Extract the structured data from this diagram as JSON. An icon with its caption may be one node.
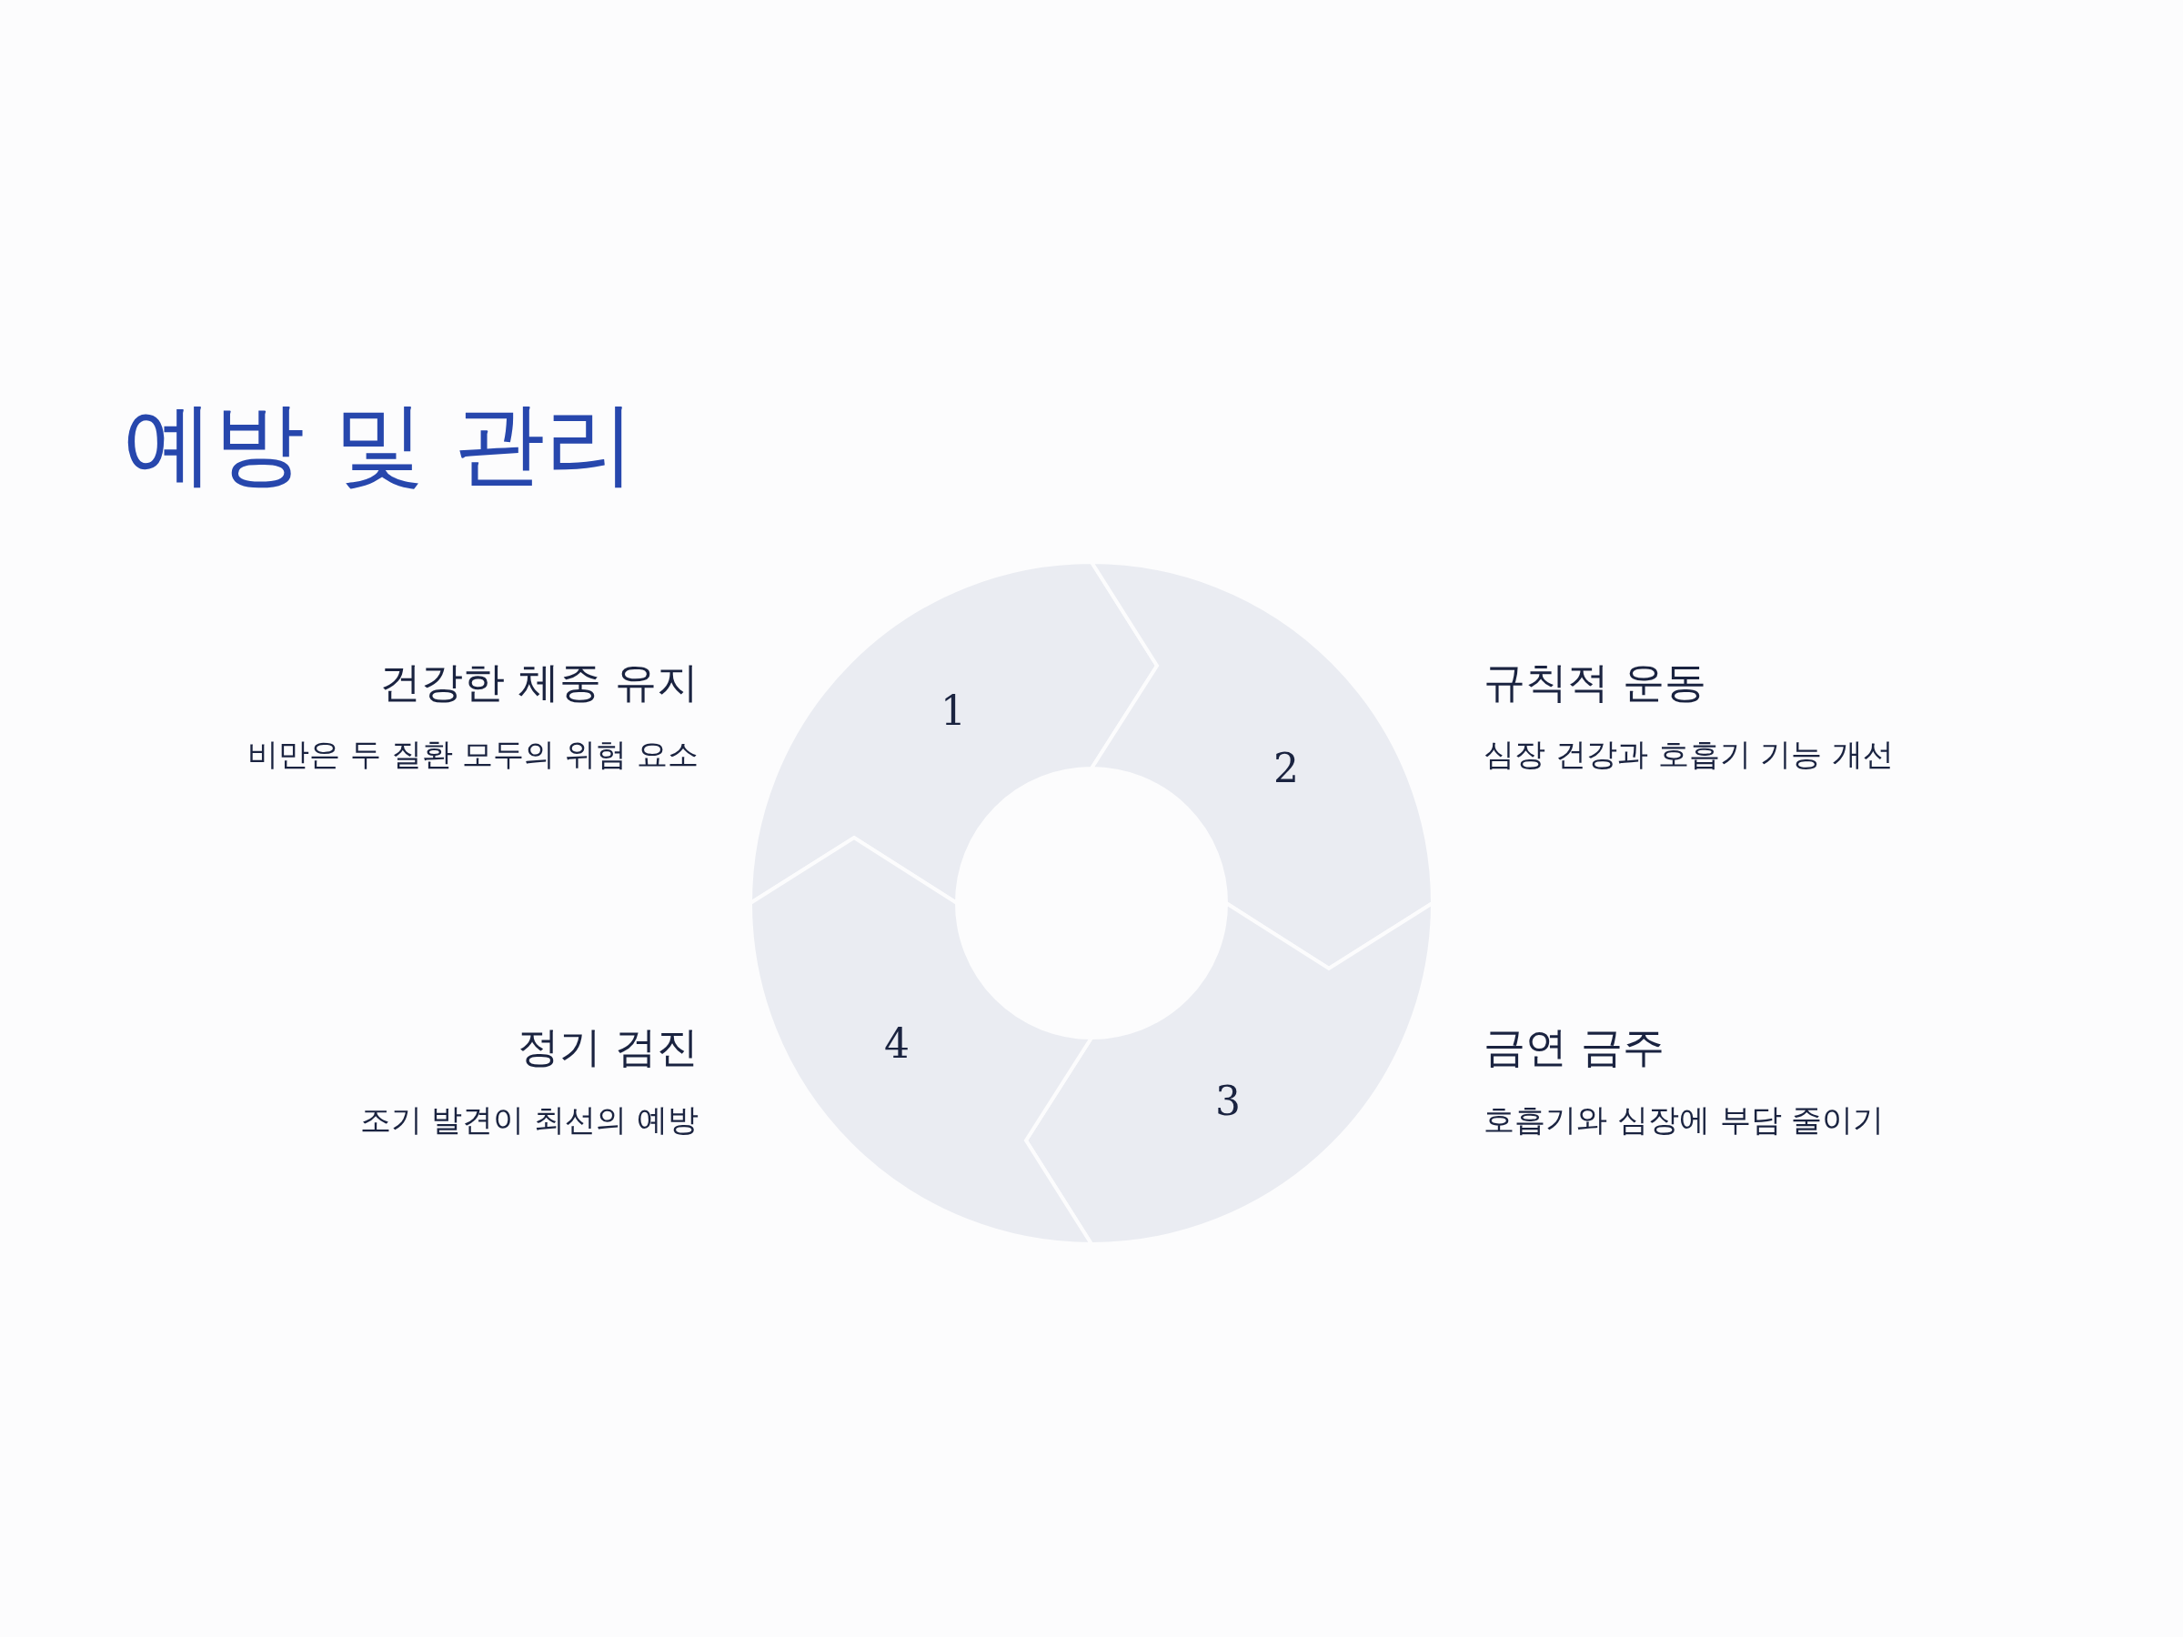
{
  "diagram": {
    "title": "예방 및 관리",
    "nodes": [
      {
        "text": [
          "1"
        ],
        "beside": [
          "건강한 체중 유지",
          "비만은 두 질환 모두의 위험 요소"
        ]
      },
      {
        "text": [
          "2"
        ],
        "beside": [
          "규칙적 운동",
          "심장 건강과 호흡기 기능 개선"
        ]
      },
      {
        "text": [
          "3"
        ],
        "beside": [
          "금연 금주",
          "호흡기와 심장에 부담 줄이기"
        ]
      },
      {
        "text": [
          "4"
        ],
        "beside": [
          "정기 검진",
          "조기 발견이 최선의 예방"
        ]
      }
    ]
  }
}
